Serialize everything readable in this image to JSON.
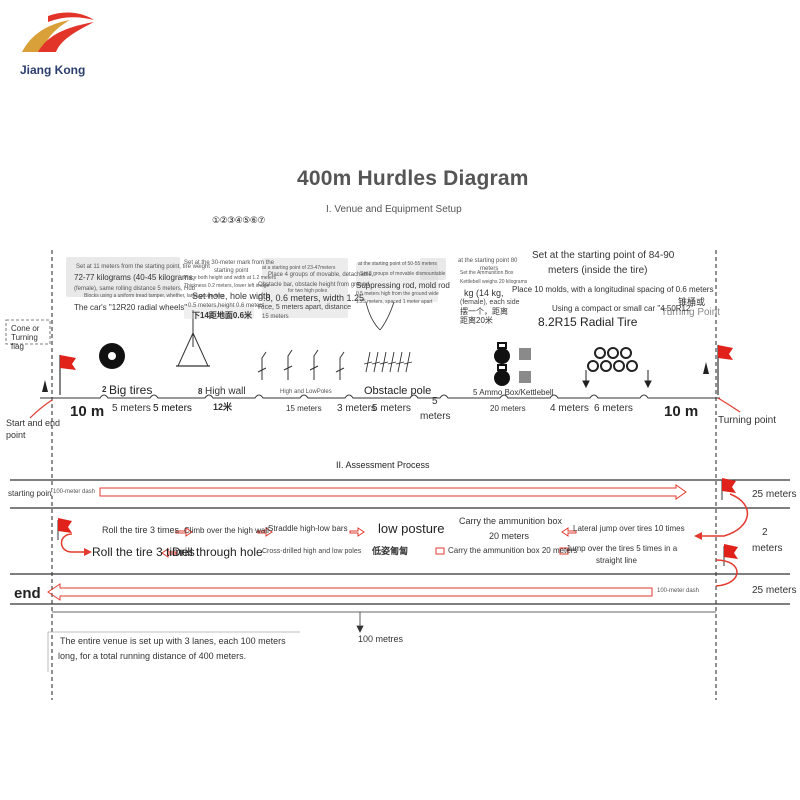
{
  "brand": {
    "name": "Jiang Kong"
  },
  "title": "400m Hurdles Diagram",
  "section1": {
    "heading": "I. Venue and Equipment Setup",
    "circled_numbers": "①②③④⑤⑥⑦",
    "cone_label": "Cone or Turning flag",
    "start_label": "Start and end point",
    "turning_label_top": "Turning Point",
    "turning_label_bottom": "Turning point",
    "tire_notes": {
      "line1": "Set at 11 meters from the starting point, tire weight",
      "line2": "72-77 kilograms (40-45 kilograms,",
      "line3": "(female), same rolling distance 5 meters, Hub",
      "line4": "Blocks using a uniform tread tamper, whether, large gauge tires",
      "line5": "The car's \"12R20 radial wheels\""
    },
    "wall_notes": {
      "line1": "Set at the 30-meter mark from the",
      "line2": "starting point",
      "line3": "Place both height and width at 1.2 meters",
      "line4": "Thickness 0.2 meters, lower left image",
      "line5": "Set hole, hole width",
      "line6": "0.5 meters,height 0.6 meters",
      "line7": "下14距地面0.6米"
    },
    "bars_notes": {
      "line1": "at a starting point of 23-47meters",
      "line2": "Place 4 groups of movable, detachable,",
      "line3": "Obstacle bar, obstacle height from ground",
      "line4": "for two high poles",
      "line5": "0.8, 0.6 meters, width 1.25",
      "line6": "Rice, 5 meters apart, distance",
      "line7": "15 meters"
    },
    "pole_notes": {
      "line1": "at the starting point of 50-55 meters",
      "line2": "Set 8 groups of movable dismountable",
      "line3": "Suppressing rod, mold rod",
      "line4": "0.5 meters high from the ground wide",
      "line5": "1.25 meters, spaced 1 meter apart"
    },
    "ammo_notes": {
      "line1": "at the starting point 80",
      "line2": "meters",
      "line3": "Set the Ammunition Box",
      "line4": "Kettlebell weighs 20 kilograms",
      "line5": "kg (14 kg,",
      "line6": "(female), each side",
      "line7": "摆一个，距离",
      "line8": "距离20米"
    },
    "tire2_notes": {
      "line1": "Set at the starting point of 84-90",
      "line2": "meters (inside the tire)",
      "line3": "Place 10 molds, with a longitudinal spacing of 0.6 meters",
      "line4": "Using a compact or small car \"4.50R12\"",
      "line5": "8.2R15 Radial Tire",
      "line6": "锥桶或"
    },
    "obstacles": {
      "big_tires": "Big tires",
      "big_tires_num": "2",
      "high_wall": "High wall",
      "high_wall_num": "8",
      "high_wall_dist": "12米",
      "bars": "High and LowPoles",
      "bars_dist": "15 meters",
      "pole": "Obstacle pole",
      "pole_dist": "5 meters",
      "ammo": "5 Ammo Box/Kettlebell",
      "ammo_dist": "20 meters"
    },
    "distances": {
      "d_10m_left": "10 m",
      "d_5m_a": "5 meters",
      "d_5m_b": "5 meters",
      "d_3m": "3 meters",
      "d_5m_c": "5",
      "d_5m_c2": "meters",
      "d_4m": "4 meters",
      "d_6m": "6 meters",
      "d_10m_right": "10 m"
    }
  },
  "section2": {
    "heading": "II. Assessment Process",
    "starting_point": "starting point",
    "dash_label": "100-meter dash",
    "end_label": "end",
    "dist_25_top": "25 meters",
    "dist_2": "2",
    "dist_2_meters": "meters",
    "dist_25_bottom": "25 meters",
    "lane_length": "100 metres",
    "steps": {
      "roll_tire_a": "Roll the tire 3 times",
      "climb_wall": "Climb over the high wall",
      "straddle_bars": "Straddle high-low bars",
      "low_posture": "low posture",
      "carry_ammo_a": "Carry the ammunition box",
      "carry_ammo_a_dist": "20 meters",
      "lateral_jump": "Lateral jump over tires 10 times",
      "roll_tire_b": "Roll the tire 3 times",
      "drill_hole": "Drill through hole",
      "cross_drilled": "Cross-drilled high and low poles",
      "low_posture_cn": "低姿匍匐",
      "carry_ammo_b": "Carry the ammunition box 20 meters",
      "jump_tires": "Jump over the tires 5 times in a",
      "jump_tires_2": "straight line",
      "dash_bottom": "100-meter dash"
    },
    "footer_line1": "The entire venue is set up with 3 lanes, each 100 meters",
    "footer_line2": "long, for a total running distance of 400 meters."
  },
  "colors": {
    "flag_red": "#e0221b",
    "arrow_red": "#e23a2e",
    "logo_red": "#e3342a",
    "logo_gold": "#d9a03a",
    "brand_navy": "#2a3d6b"
  }
}
